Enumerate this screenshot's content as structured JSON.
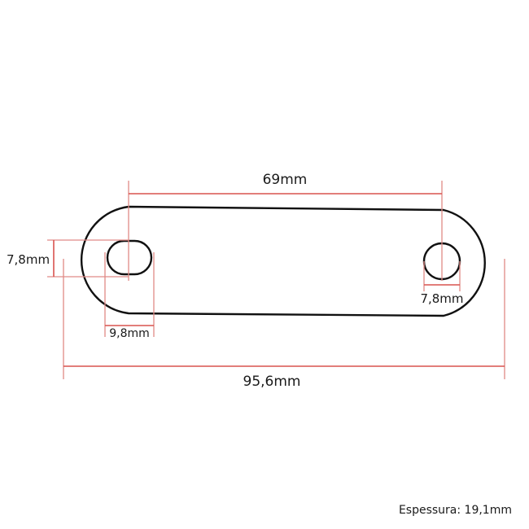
{
  "drawing": {
    "dimensions": {
      "hole_spacing": "69mm",
      "slot_height": "7,8mm",
      "slot_width": "9,8mm",
      "hole_diameter": "7,8mm",
      "overall_length": "95,6mm"
    },
    "thickness_note": "Espessura: 19,1mm"
  },
  "colors": {
    "dimension_line": "#d9534f",
    "part_outline": "#111111",
    "text": "#1a1a1a"
  }
}
